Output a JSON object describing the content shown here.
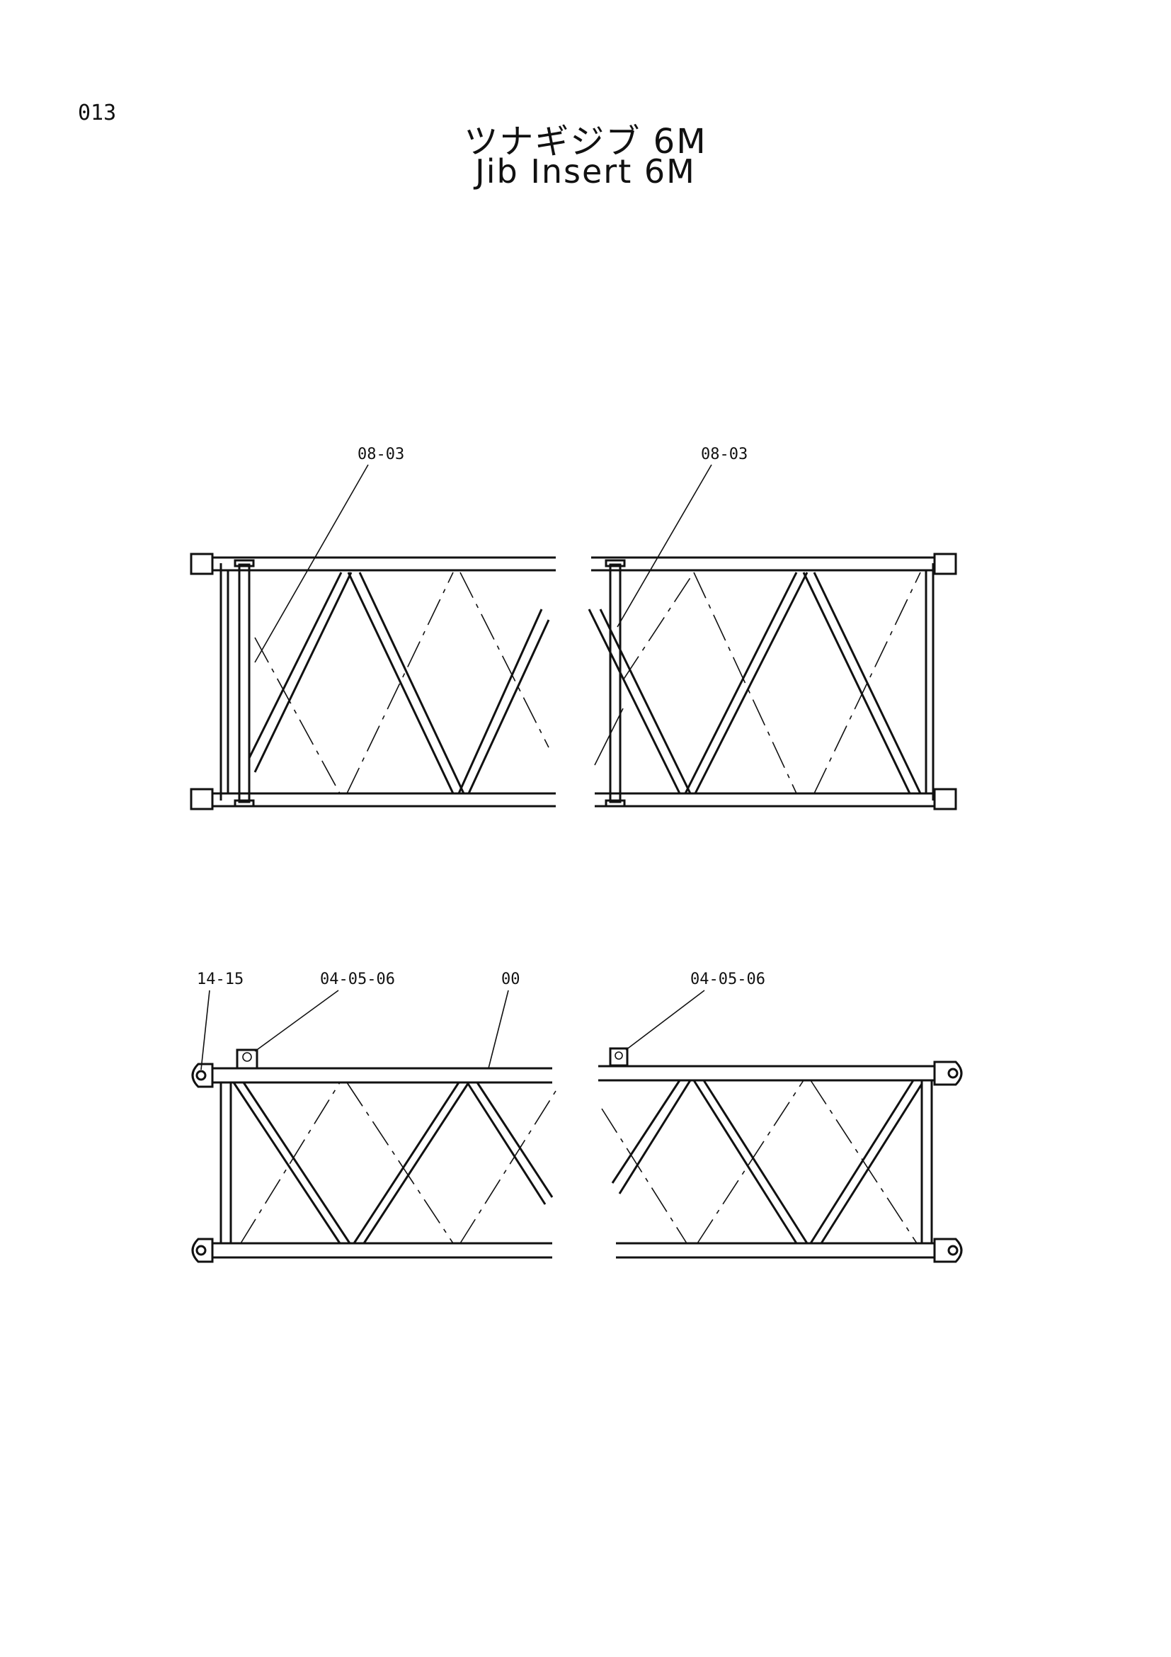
{
  "page_number": "013",
  "title": {
    "japanese": "ツナギジブ 6M",
    "english": "Jib Insert 6M"
  },
  "callouts": {
    "top_left": "08-03",
    "top_right": "08-03",
    "bottom_a": "14-15",
    "bottom_b": "04-05-06",
    "bottom_c": "00",
    "bottom_d": "04-05-06"
  }
}
